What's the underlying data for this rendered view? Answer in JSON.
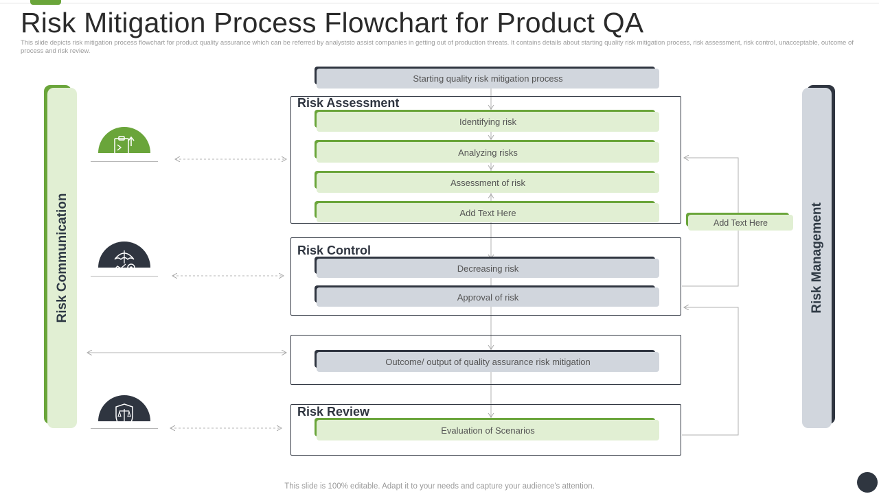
{
  "header": {
    "title": "Risk Mitigation Process Flowchart for Product QA",
    "description": "This slide depicts risk mitigation process flowchart for product quality assurance which can be referred by analyststo assist companies in getting out of production threats. It contains details about starting quality risk mitigation process, risk assessment, risk control, unacceptable, outcome of process and risk review."
  },
  "left_sidebar": {
    "label": "Risk Communication"
  },
  "right_sidebar": {
    "label": "Risk Management"
  },
  "flow": {
    "start_label": "Starting quality risk mitigation process",
    "risk_assessment": {
      "title": "Risk Assessment",
      "steps": [
        "Identifying risk",
        "Analyzing risks",
        "Assessment of risk",
        "Add Text Here"
      ]
    },
    "risk_control": {
      "title": "Risk Control",
      "steps": [
        "Decreasing risk",
        "Approval  of risk"
      ]
    },
    "outcome_label": "Outcome/ output of quality assurance risk mitigation",
    "risk_review": {
      "title": "Risk Review",
      "steps": [
        "Evaluation  of Scenarios"
      ]
    },
    "side_note": "Add Text Here"
  },
  "icons": [
    "clipboard-upload-icon",
    "umbrella-growth-gear-icon",
    "shield-scale-icon"
  ],
  "colors": {
    "accent_green": "#6aa53a",
    "light_green": "#e1efd3",
    "dark": "#2f3540",
    "light_gray": "#d1d6dd"
  },
  "footer": {
    "text": "This slide is 100% editable. Adapt it to your needs and capture your audience's attention."
  }
}
